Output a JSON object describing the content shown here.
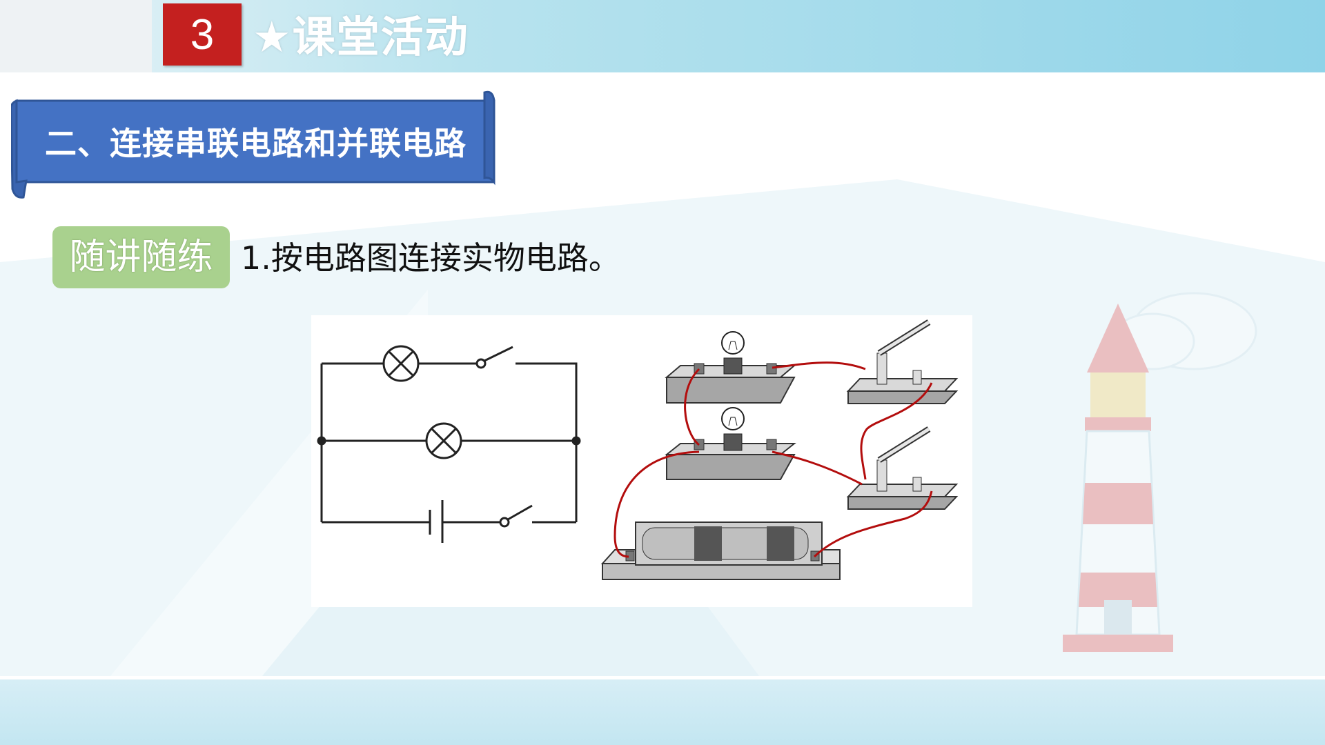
{
  "header": {
    "section_number": "3",
    "section_title": "★课堂活动"
  },
  "banner": {
    "title": "二、连接串联电路和并联电路"
  },
  "exercise": {
    "tag": "随讲随练",
    "question": "1.按电路图连接实物电路。"
  },
  "colors": {
    "section_number_bg": "#c4201f",
    "banner_bg": "#4472c4",
    "tag_bg": "#a9d18e",
    "wire": "#b30d0d"
  },
  "icons": [
    "lighthouse-icon",
    "cloud-icon",
    "lamp-symbol-icon",
    "switch-symbol-icon",
    "battery-symbol-icon",
    "bulb-icon",
    "knife-switch-icon",
    "battery-box-icon"
  ]
}
